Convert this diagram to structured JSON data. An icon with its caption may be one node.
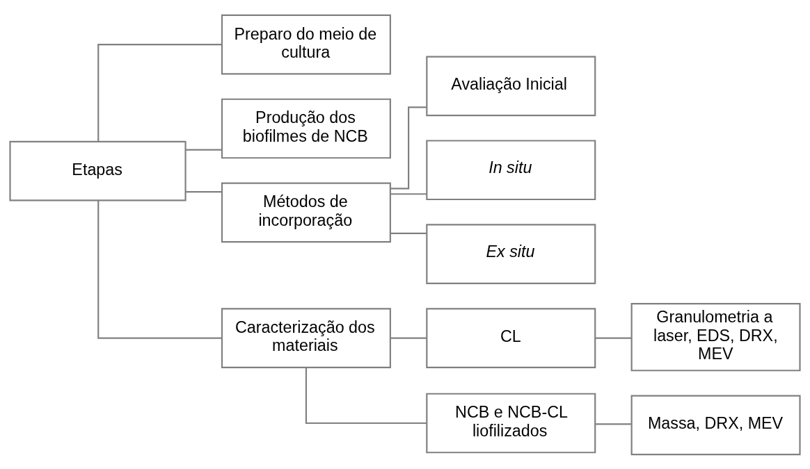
{
  "diagram": {
    "nodes": [
      {
        "text": [
          "Etapas"
        ]
      },
      {
        "text": [
          "Preparo do meio de cultura"
        ]
      },
      {
        "text": [
          "Produção dos biofilmes de NCB"
        ]
      },
      {
        "text": [
          "Métodos de incorporação"
        ]
      },
      {
        "text": [
          "Caracterização dos materiais"
        ]
      },
      {
        "text": [
          "Avaliação Inicial"
        ]
      },
      {
        "text": [
          "In situ"
        ]
      },
      {
        "text": [
          "Ex situ"
        ]
      },
      {
        "text": [
          "CL"
        ]
      },
      {
        "text": [
          "NCB e NCB-CL liofilizados"
        ]
      },
      {
        "text": [
          "Granulometria a laser, EDS, DRX, MEV"
        ]
      },
      {
        "text": [
          "Massa, DRX, MEV"
        ]
      }
    ],
    "edges": [
      {
        "from": 0,
        "to": 1,
        "arrow": "none"
      },
      {
        "from": 0,
        "to": 2,
        "arrow": "none"
      },
      {
        "from": 0,
        "to": 3,
        "arrow": "none"
      },
      {
        "from": 0,
        "to": 4,
        "arrow": "none"
      },
      {
        "from": 3,
        "to": 5,
        "arrow": "none"
      },
      {
        "from": 3,
        "to": 6,
        "arrow": "none"
      },
      {
        "from": 3,
        "to": 7,
        "arrow": "none"
      },
      {
        "from": 4,
        "to": 8,
        "arrow": "none"
      },
      {
        "from": 4,
        "to": 9,
        "arrow": "none"
      },
      {
        "from": 8,
        "to": 10,
        "arrow": "none"
      },
      {
        "from": 9,
        "to": 11,
        "arrow": "none"
      }
    ]
  }
}
